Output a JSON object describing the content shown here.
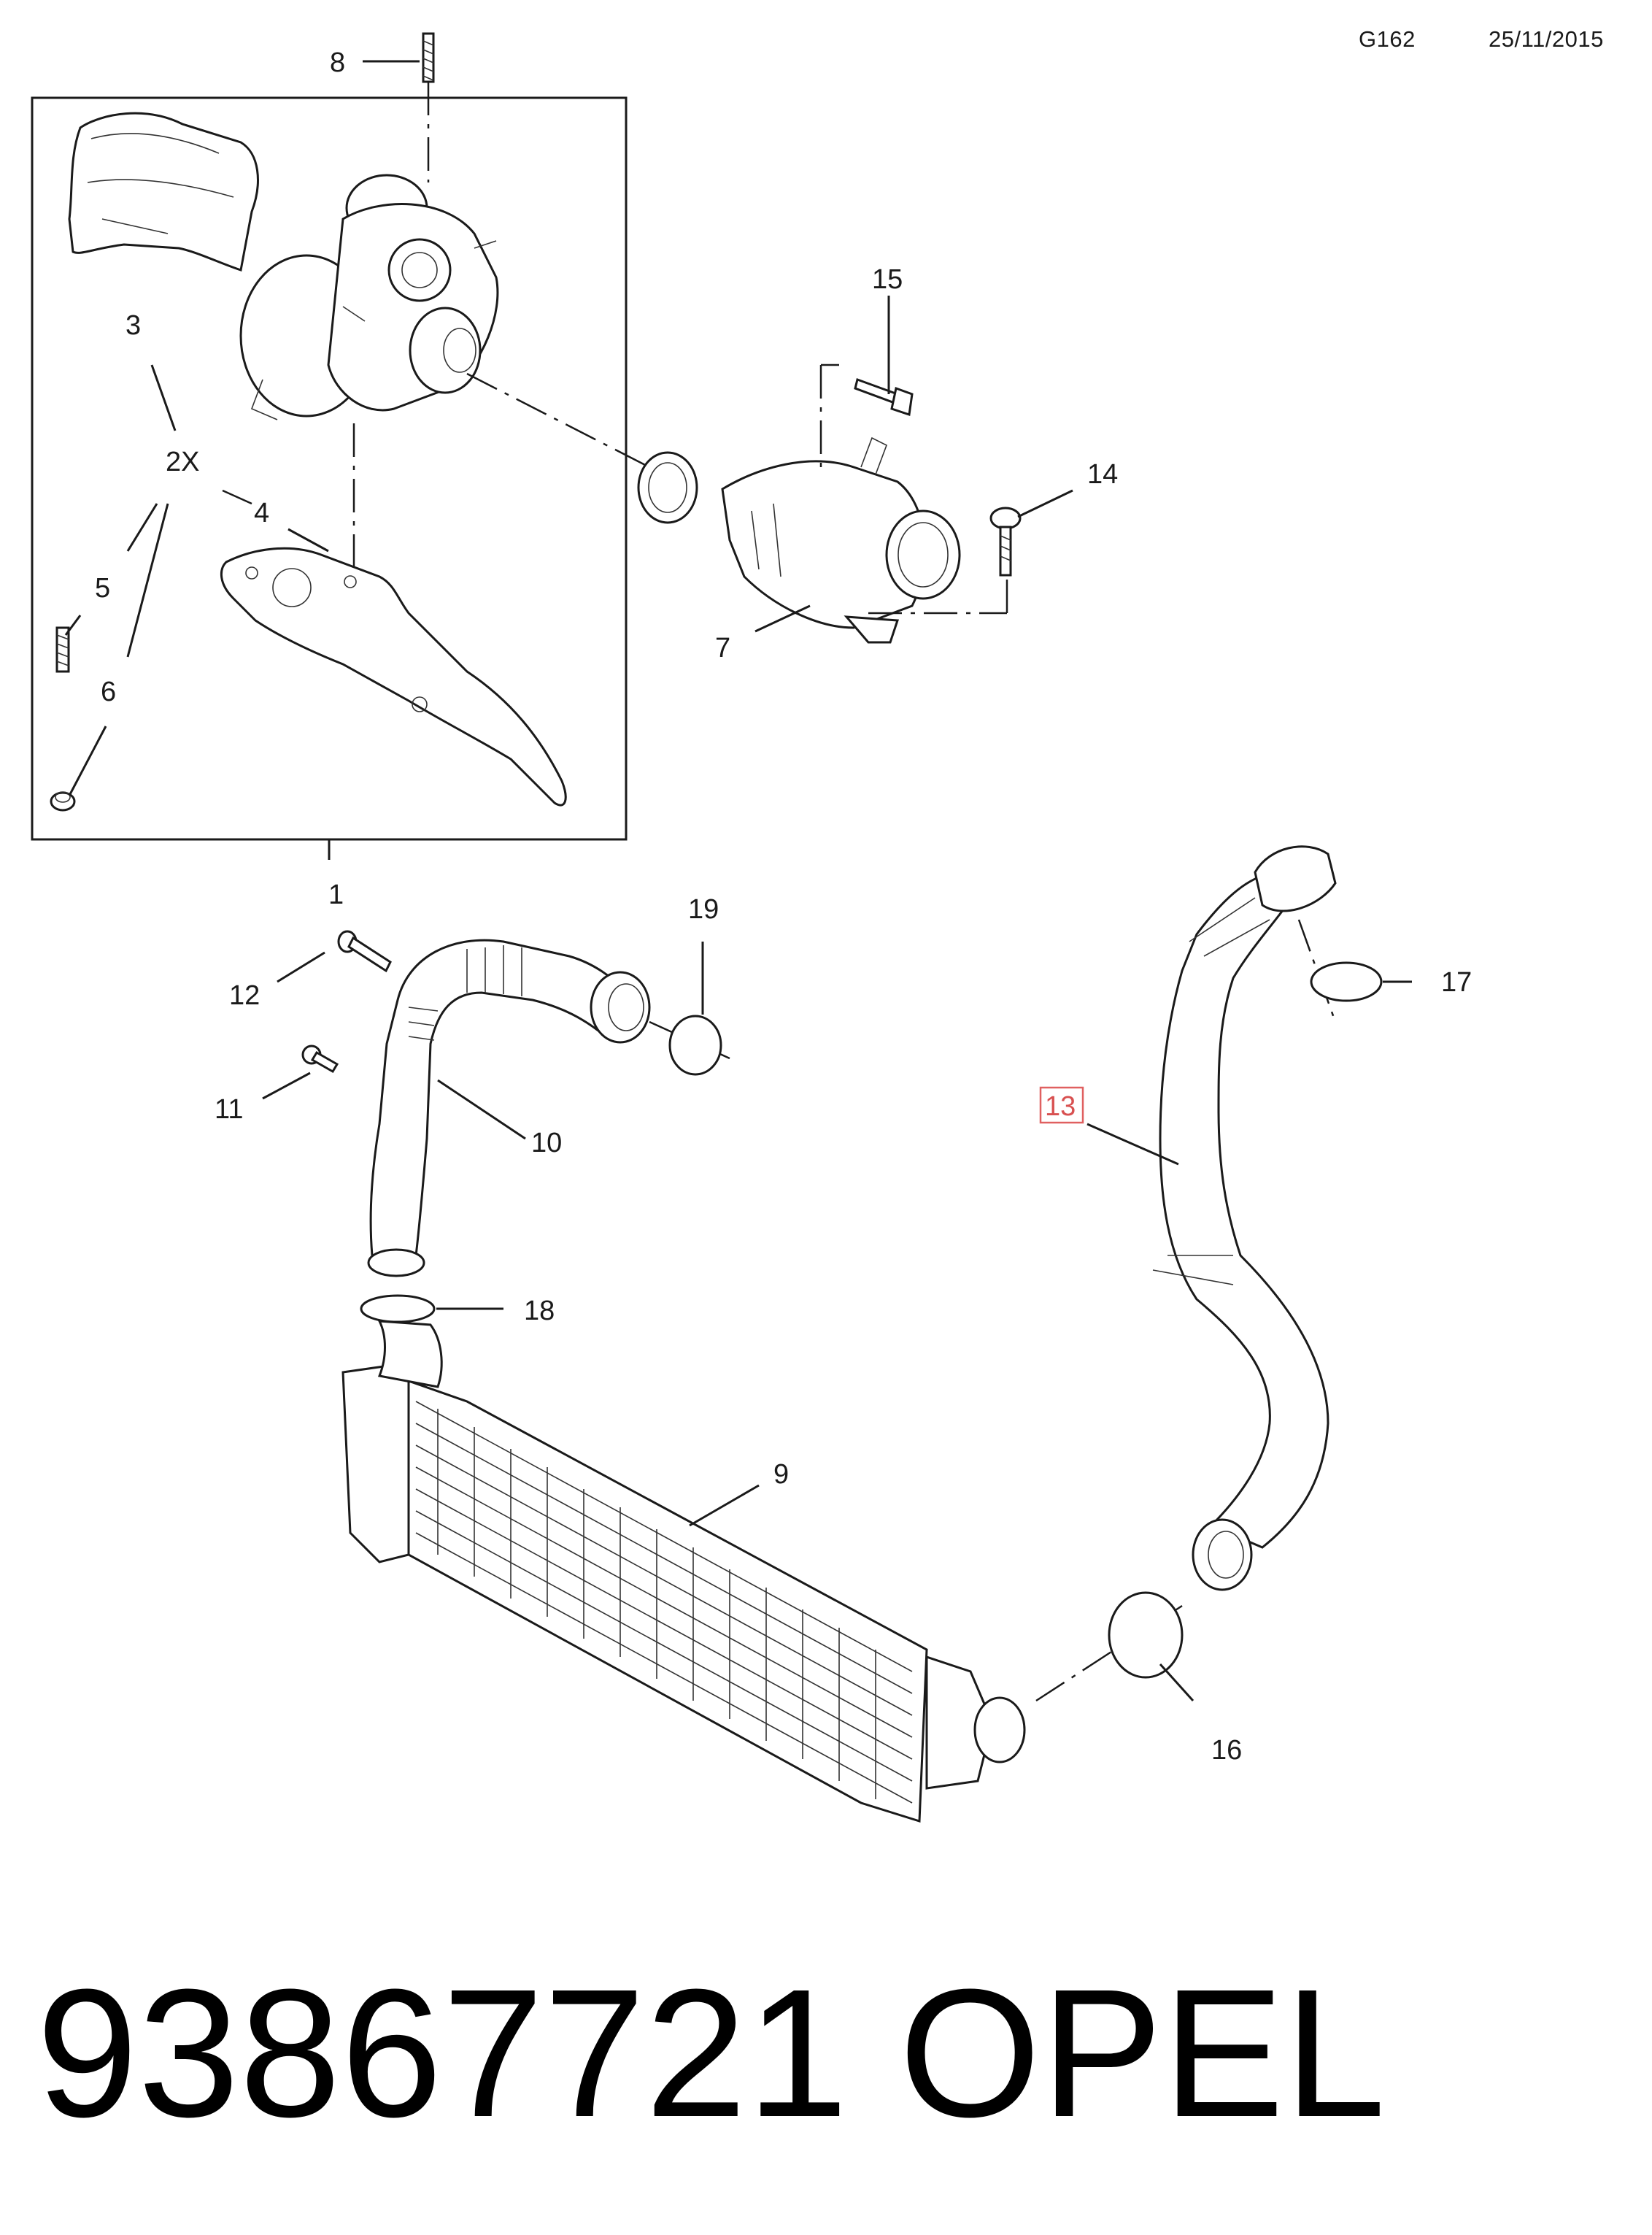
{
  "header": {
    "code": "G162",
    "date": "25/11/2015"
  },
  "callouts": {
    "c1": "1",
    "c2x": "2X",
    "c3": "3",
    "c4": "4",
    "c5": "5",
    "c6": "6",
    "c7": "7",
    "c8": "8",
    "c9": "9",
    "c10": "10",
    "c11": "11",
    "c12": "12",
    "c13": "13",
    "c14": "14",
    "c15": "15",
    "c16": "16",
    "c17": "17",
    "c18": "18",
    "c19": "19"
  },
  "highlight": {
    "part": "13",
    "color": "#e06060"
  },
  "footer": {
    "part_number": "93867721",
    "brand": "OPEL"
  }
}
